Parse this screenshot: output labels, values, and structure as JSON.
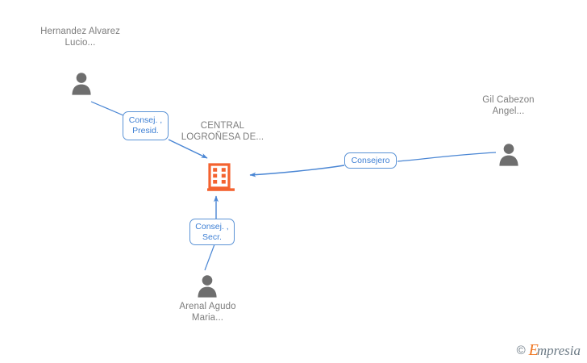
{
  "diagram": {
    "type": "corporate-relationship-graph",
    "background_color": "#ffffff",
    "edge_color": "#4a86d4",
    "company_color": "#f4622f",
    "person_color": "#6e6e6e",
    "label_text_color": "#7d7d7d",
    "role_text_color": "#3d7fd4"
  },
  "company": {
    "name": "CENTRAL LOGROÑESA DE...",
    "icon": "company-building-icon"
  },
  "persons": [
    {
      "id": "hernandez-alvarez-lucio",
      "name": "Hernandez Alvarez Lucio...",
      "icon": "person-icon"
    },
    {
      "id": "gil-cabezon-angel",
      "name": "Gil Cabezon Angel...",
      "icon": "person-icon"
    },
    {
      "id": "arenal-agudo-maria",
      "name": "Arenal Agudo Maria...",
      "icon": "person-icon"
    }
  ],
  "relationships": [
    {
      "id": "rel-hernandez",
      "from": "hernandez-alvarez-lucio",
      "to": "company",
      "role": "Consej. ,\nPresid."
    },
    {
      "id": "rel-gil",
      "from": "gil-cabezon-angel",
      "to": "company",
      "role": "Consejero"
    },
    {
      "id": "rel-arenal",
      "from": "arenal-agudo-maria",
      "to": "company",
      "role": "Consej. ,\nSecr."
    }
  ],
  "watermark": {
    "copyright": "©",
    "brand_initial": "E",
    "brand_rest": "mpresia"
  }
}
